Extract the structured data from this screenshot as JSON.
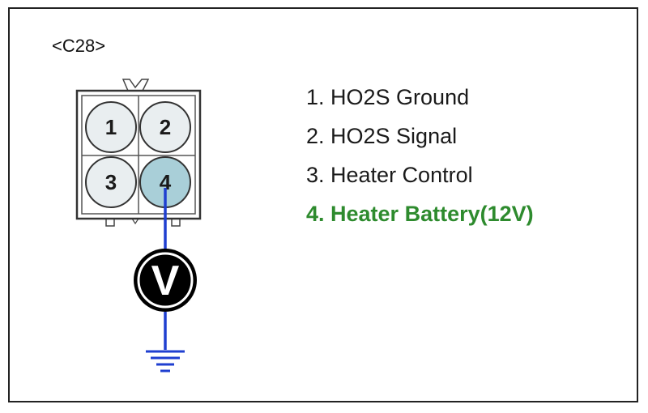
{
  "connector": {
    "id": "<C28>",
    "pins": [
      {
        "number": "1",
        "label": "1. HO2S Ground",
        "highlight": false
      },
      {
        "number": "2",
        "label": "2. HO2S Signal",
        "highlight": false
      },
      {
        "number": "3",
        "label": "3. Heater Control",
        "highlight": false
      },
      {
        "number": "4",
        "label": "4. Heater Battery(12V)",
        "highlight": true
      }
    ]
  },
  "meter": {
    "symbol": "V",
    "icon": "voltmeter-icon"
  },
  "colors": {
    "highlight_text": "#2e8b2e",
    "wire": "#1f3fd0",
    "pin_fill": "#e9eef0",
    "pin_highlight_fill": "#a9cfd8",
    "meter_fill": "#000000"
  }
}
